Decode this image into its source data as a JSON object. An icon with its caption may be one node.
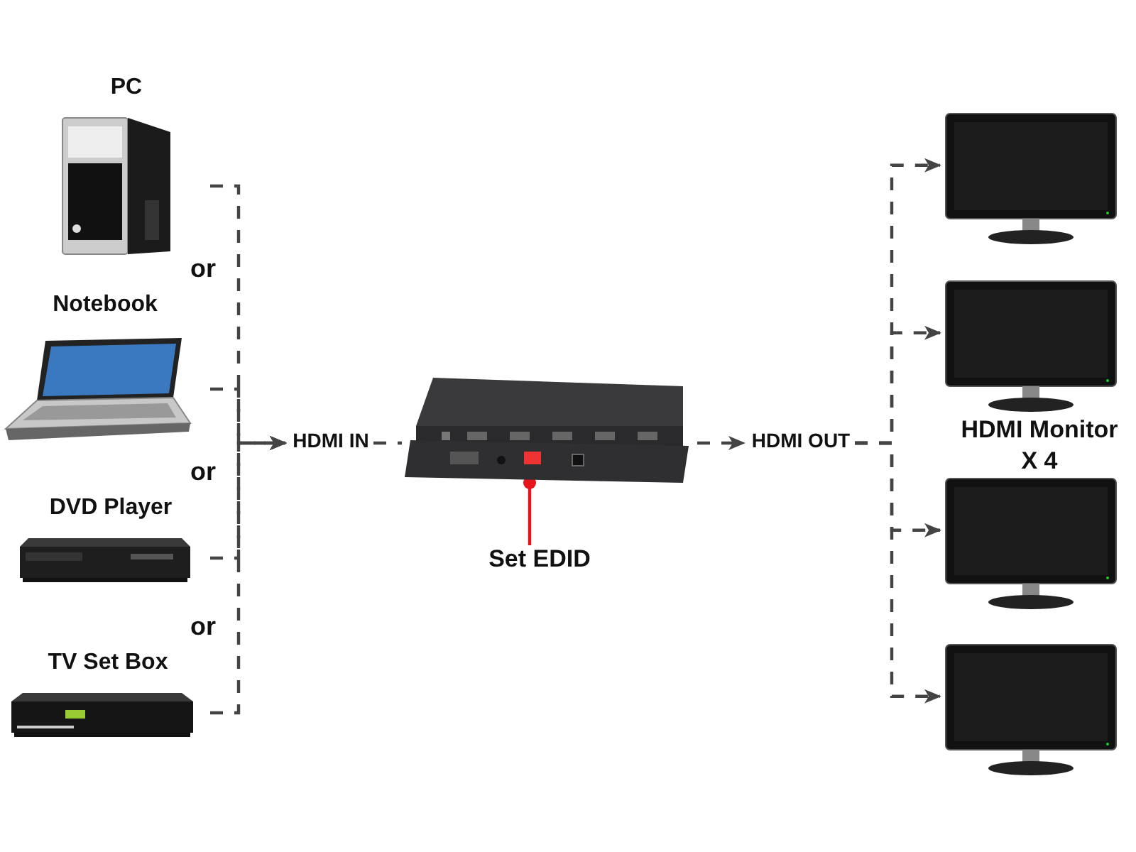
{
  "diagram": {
    "nodes": [
      {
        "text": [
          "PC"
        ]
      },
      {
        "text": [
          "Notebook"
        ]
      },
      {
        "text": [
          "DVD Player"
        ]
      },
      {
        "text": [
          "TV Set Box"
        ]
      },
      {
        "text": [
          "HDMI IN"
        ]
      },
      {
        "text": [],
        "shape": "picture"
      },
      {
        "text": [],
        "shape": "picture"
      },
      {
        "text": [],
        "shape": "picture"
      },
      {
        "text": [],
        "shape": "picture"
      },
      {
        "text": [],
        "shape": "picture"
      },
      {
        "text": [
          "Set EDID"
        ]
      },
      {
        "text": [
          "HDMI OUT"
        ]
      }
    ],
    "edges": [
      {
        "from": 0,
        "to": 4,
        "arrow": "to",
        "style": "dashed"
      },
      {
        "from": 1,
        "to": 4,
        "arrow": "to",
        "style": "dashed"
      },
      {
        "from": 2,
        "to": 4,
        "arrow": "to",
        "style": "dashed"
      },
      {
        "from": 3,
        "to": 4,
        "arrow": "to",
        "style": "dashed"
      },
      {
        "from": 4,
        "to": 5,
        "arrow": "none",
        "style": "dashed"
      },
      {
        "from": 5,
        "to": 11,
        "arrow": "to",
        "style": "dashed"
      },
      {
        "from": 11,
        "to": 6,
        "arrow": "to",
        "style": "dashed"
      },
      {
        "from": 11,
        "to": 7,
        "arrow": "to",
        "style": "dashed"
      },
      {
        "from": 11,
        "to": 8,
        "arrow": "to",
        "style": "dashed"
      },
      {
        "from": 11,
        "to": 9,
        "arrow": "to",
        "style": "dashed"
      },
      {
        "from": 10,
        "to": 5,
        "arrow": "other",
        "color": "#e8141b"
      }
    ],
    "labels": [
      "or",
      "or",
      "or",
      "HDMI Monitor X 4"
    ]
  }
}
